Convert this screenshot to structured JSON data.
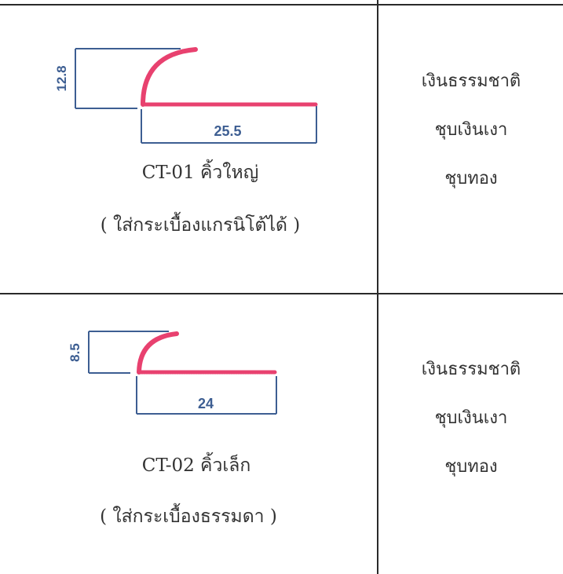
{
  "table": {
    "rows": [
      {
        "model": "CT-01 คิ้วใหญ่",
        "note": "( ใส่กระเบื้องแกรนิโต้ได้ )",
        "dimensions": {
          "height": "12.8",
          "width": "25.5"
        },
        "finishes": [
          "เงินธรรมชาติ",
          "ชุบเงินเงา",
          "ชุบทอง"
        ]
      },
      {
        "model": "CT-02  คิ้วเล็ก",
        "note": "( ใส่กระเบื้องธรรมดา )",
        "dimensions": {
          "height": "8.5",
          "width": "24"
        },
        "finishes": [
          "เงินธรรมชาติ",
          "ชุบเงินเงา",
          "ชุบทอง"
        ]
      }
    ]
  },
  "colors": {
    "profile": "#e8416f",
    "dimension_line": "#3d5e92",
    "border": "#2a2a2a",
    "text": "#333333"
  }
}
